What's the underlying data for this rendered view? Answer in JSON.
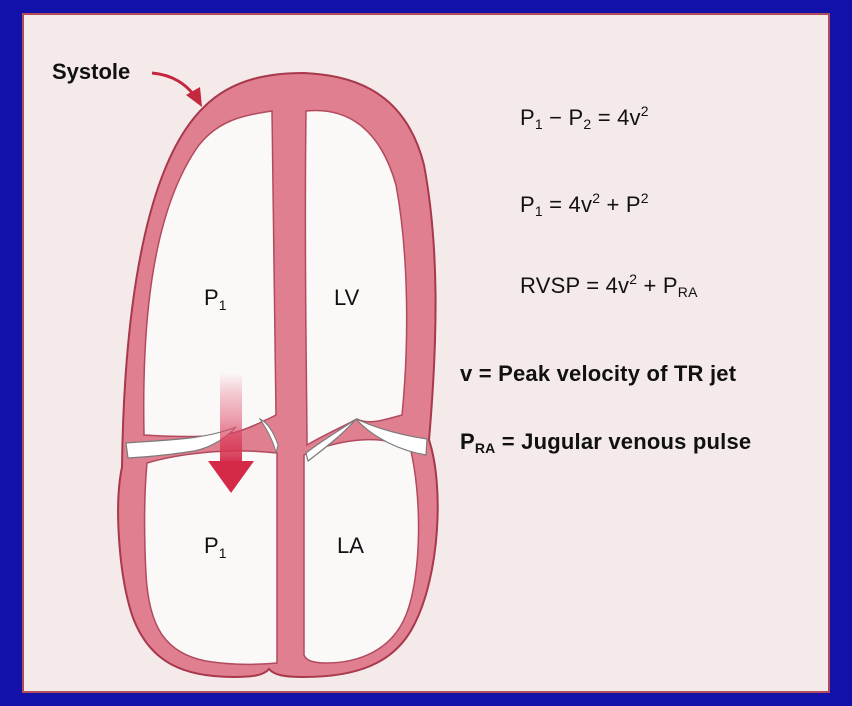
{
  "diagram": {
    "systole_label": "Systole",
    "chambers": {
      "upper_left": {
        "base": "P",
        "sub": "1"
      },
      "upper_right": "LV",
      "lower_left": {
        "base": "P",
        "sub": "1"
      },
      "lower_right": "LA"
    }
  },
  "equations": {
    "eq1": {
      "p": "P",
      "sub1": "1",
      "minus": " − P",
      "sub2": "2",
      "rhs": " = 4v",
      "sup": "2"
    },
    "eq2": {
      "p": "P",
      "sub1": "1",
      "rhs": " = 4v",
      "sup1": "2",
      "plus": " + P",
      "sup2": "2"
    },
    "eq3": {
      "lhs": "RVSP = 4v",
      "sup": "2",
      "plus": " + P",
      "sub": "RA"
    },
    "def_v": "v = Peak velocity of TR jet",
    "def_pra": {
      "p": "P",
      "sub": "RA",
      "rest": " = Jugular venous pulse"
    }
  },
  "colors": {
    "background": "#1212a8",
    "panel": "#f4eaea",
    "border": "#b34a5c",
    "myocardium": "#e07f8f",
    "myocardium_dark": "#a8384c",
    "chamber": "#fbf8f8",
    "arrow": "#d42a48"
  }
}
